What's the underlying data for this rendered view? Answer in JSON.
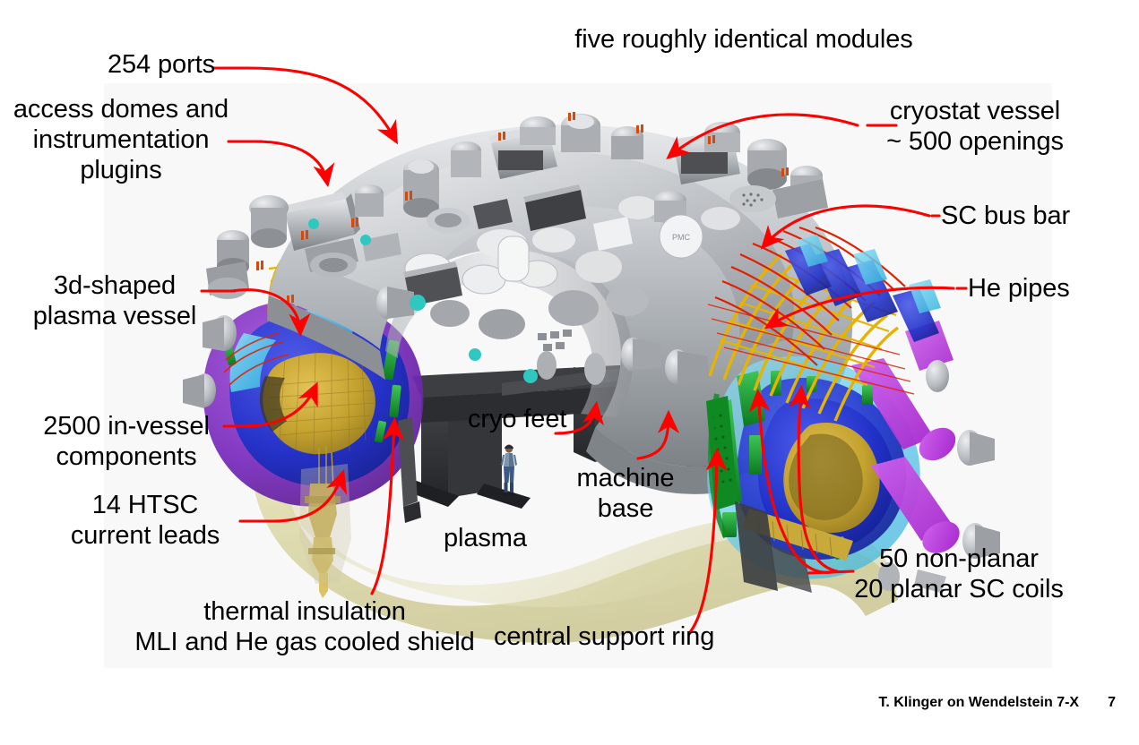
{
  "slide": {
    "background": "#ffffff",
    "plate_background": "#f8f8f8",
    "arrow_color": "#ff0000",
    "text_color": "#000000"
  },
  "labels": {
    "top_center": "five roughly identical modules",
    "ports": "254 ports",
    "access_domes": "access domes and\ninstrumentation\nplugins",
    "cryostat": "cryostat vessel\n~ 500 openings",
    "sc_bus_bar": "SC bus bar",
    "he_pipes": "He pipes",
    "plasma_vessel": "3d-shaped\nplasma vessel",
    "in_vessel": "2500 in-vessel\ncomponents",
    "htsc": "14 HTSC\ncurrent leads",
    "thermal_insulation": "thermal insulation\nMLI and He gas cooled shield",
    "cryo_feet": "cryo feet",
    "machine_base": "machine\nbase",
    "plasma": "plasma",
    "central_support_ring": "central support ring",
    "coils": "50 non-planar\n20 planar SC coils"
  },
  "footer": {
    "credit": "T. Klinger on Wendelstein 7-X",
    "page": "7"
  },
  "device": {
    "name": "wendelstein-7x-stellarator-cutaway-render",
    "colors": {
      "cryostat_steel_light": "#d5d7da",
      "cryostat_steel_mid": "#aeb2b6",
      "cryostat_steel_dark": "#84888d",
      "machine_base_dark": "#2f3033",
      "plasma_vessel_purple": "#7b2fbe",
      "coil_blue": "#2031c8",
      "coil_cyan": "#3fc8f0",
      "coil_green": "#12a02a",
      "coil_magenta": "#b832d8",
      "he_pipe_yellow": "#e6b400",
      "bus_bar_red": "#e02000",
      "plasma_khaki": "#e3e0b4",
      "gold_divertor": "#c2a233"
    }
  },
  "icons": {
    "human_scale_figure": "person-icon"
  }
}
